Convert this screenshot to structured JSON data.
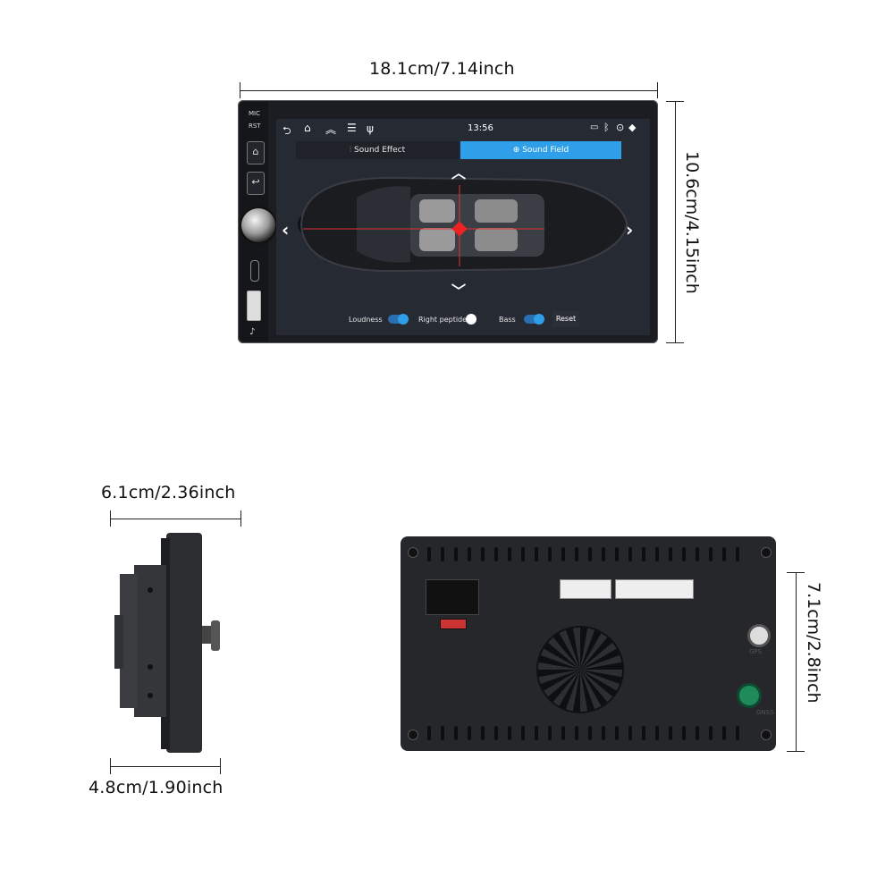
{
  "dimensions": {
    "front_width": "18.1cm/7.14inch",
    "front_height": "10.6cm/4.15inch",
    "side_depth_top": "6.1cm/2.36inch",
    "side_depth_bottom": "4.8cm/1.90inch",
    "back_height": "7.1cm/2.8inch"
  },
  "device": {
    "side_labels": {
      "mic": "MIC",
      "rst": "RST"
    },
    "status_bar": {
      "time": "13:56"
    },
    "tabs": {
      "sound_effect": "Sound Effect",
      "sound_field": "Sound Field"
    },
    "controls": {
      "loudness": "Loudness",
      "right_peptide": "Right peptide",
      "bass": "Bass",
      "reset": "Reset"
    },
    "toggles": {
      "loudness": true,
      "right_peptide": false,
      "bass": true
    }
  },
  "back_panel": {
    "gps_label": "GPS",
    "gnss_label": "GNSS"
  },
  "colors": {
    "accent": "#2e9fe8",
    "screen_bg": "#262a33",
    "body": "#1b1d22"
  },
  "icons": [
    "back-icon",
    "home-icon",
    "chevron-up-double-icon",
    "menu-icon",
    "usb-icon",
    "cast-icon",
    "bluetooth-icon",
    "location-icon",
    "wifi-icon",
    "equalizer-icon",
    "target-icon",
    "arrow-left-icon",
    "arrow-right-icon",
    "arrow-up-icon",
    "arrow-down-icon"
  ]
}
